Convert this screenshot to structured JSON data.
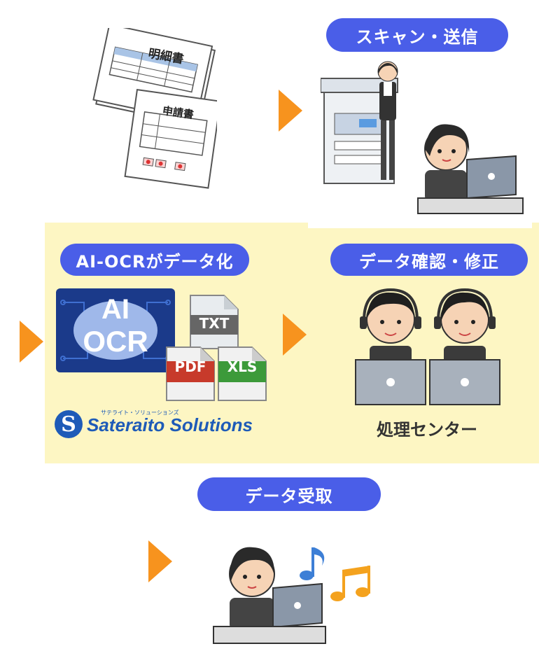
{
  "steps": {
    "scan": {
      "label": "スキャン・送信"
    },
    "ocr": {
      "label": "AI-OCRがデータ化"
    },
    "verify": {
      "label": "データ確認・修正"
    },
    "receive": {
      "label": "データ受取"
    }
  },
  "documents": {
    "statement_title": "明細書",
    "application_title": "申請書"
  },
  "ocr_graphic": {
    "line1": "AI",
    "line2": "OCR"
  },
  "file_badges": {
    "txt": "TXT",
    "pdf": "PDF",
    "xls": "XLS"
  },
  "logo": {
    "mark": "S",
    "kana": "サテライト・ソリューションズ",
    "name": "Sateraito Solutions"
  },
  "processing_center": {
    "label": "処理センター"
  },
  "colors": {
    "pill": "#4a5ee8",
    "arrow": "#f7931e",
    "panel": "#fdf6c3",
    "logo": "#1e5bb8"
  }
}
